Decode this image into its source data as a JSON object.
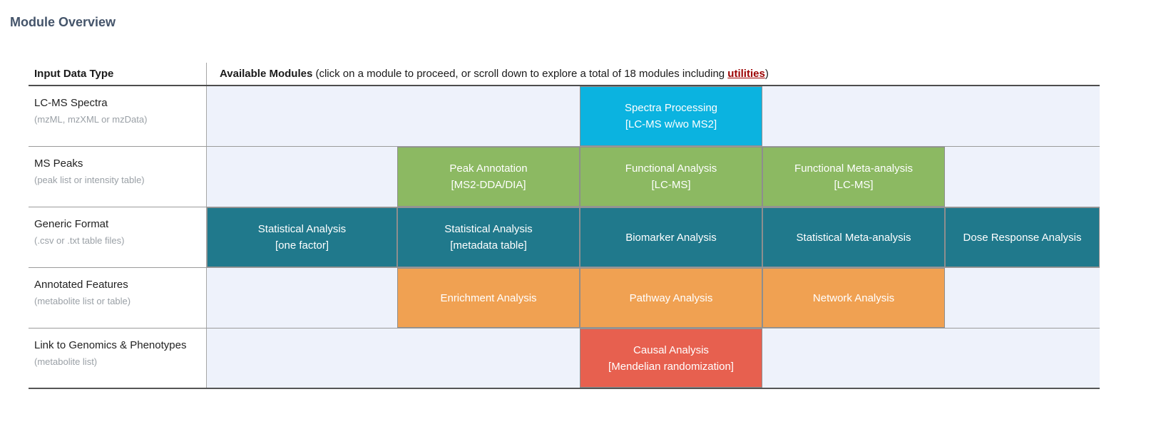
{
  "page": {
    "title": "Module Overview"
  },
  "colors": {
    "title": "#44546a",
    "link": "#9c0000",
    "module_cyan": "#0bb3e0",
    "module_green": "#8cb962",
    "module_teal": "#20798c",
    "module_orange": "#f0a152",
    "module_red": "#e7604f",
    "modules_area_bg": "#eef2fb"
  },
  "table": {
    "header": {
      "input_col": "Input Data Type",
      "modules_bold": "Available Modules",
      "modules_pre": " (click on a module to proceed, or scroll down to explore a total of 18 modules including ",
      "modules_link": "utilities",
      "modules_post": ")"
    },
    "rows": [
      {
        "label": "LC-MS Spectra",
        "sublabel": "(mzML, mzXML or mzData)",
        "modules": {
          "c3": {
            "line1": "Spectra Processing",
            "line2": "[LC-MS w/wo MS2]"
          }
        }
      },
      {
        "label": "MS Peaks",
        "sublabel": "(peak list or intensity table)",
        "modules": {
          "c2": {
            "line1": "Peak Annotation",
            "line2": "[MS2-DDA/DIA]"
          },
          "c3": {
            "line1": "Functional Analysis",
            "line2": "[LC-MS]"
          },
          "c4": {
            "line1": "Functional Meta-analysis",
            "line2": "[LC-MS]"
          }
        }
      },
      {
        "label": "Generic Format",
        "sublabel": "(.csv or .txt table files)",
        "modules": {
          "c1": {
            "line1": "Statistical Analysis",
            "line2": "[one factor]"
          },
          "c2": {
            "line1": "Statistical Analysis",
            "line2": "[metadata table]"
          },
          "c3": {
            "line1": "Biomarker Analysis",
            "line2": ""
          },
          "c4": {
            "line1": "Statistical Meta-analysis",
            "line2": ""
          },
          "c5": {
            "line1": "Dose Response Analysis",
            "line2": ""
          }
        }
      },
      {
        "label": "Annotated Features",
        "sublabel": "(metabolite list or table)",
        "modules": {
          "c2": {
            "line1": "Enrichment Analysis",
            "line2": ""
          },
          "c3": {
            "line1": "Pathway Analysis",
            "line2": ""
          },
          "c4": {
            "line1": "Network Analysis",
            "line2": ""
          }
        }
      },
      {
        "label": "Link to Genomics & Phenotypes",
        "sublabel": "(metabolite list)",
        "modules": {
          "c3": {
            "line1": "Causal Analysis",
            "line2": "[Mendelian randomization]"
          }
        }
      }
    ]
  }
}
